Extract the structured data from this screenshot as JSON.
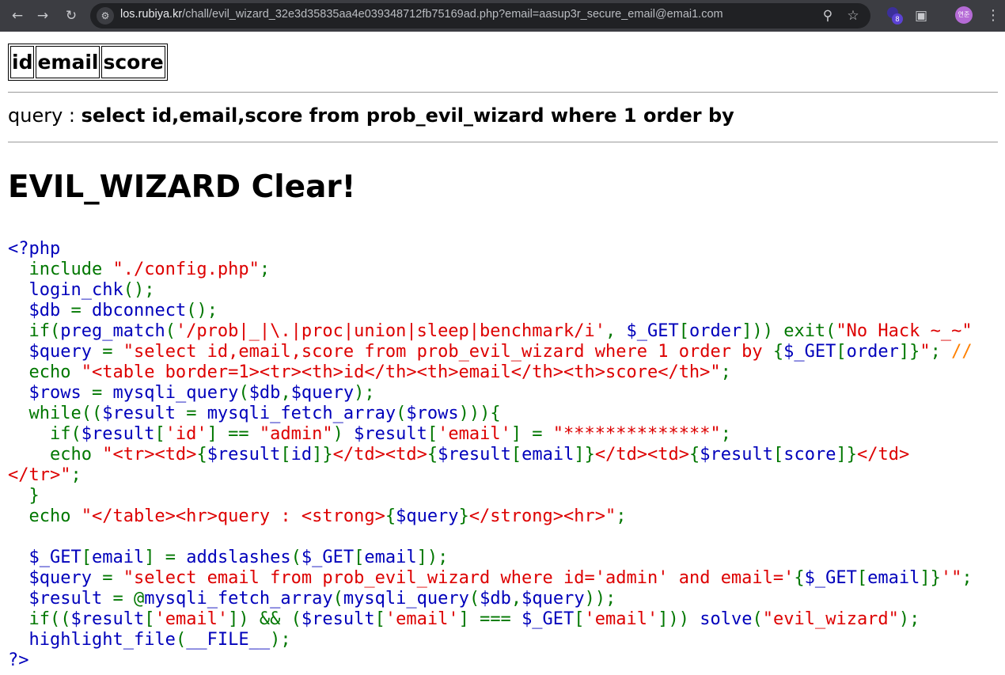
{
  "browser": {
    "url_host": "los.rubiya.kr",
    "url_path": "/chall/evil_wizard_32e3d35835aa4e039348712fb75169ad.php?email=aasup3r_secure_email@emai1.com",
    "extension_badge": "8",
    "avatar_text": "연준",
    "icons": [
      "back-icon",
      "forward-icon",
      "reload-icon",
      "site-info-icon",
      "zoom-icon",
      "bookmark-star-icon",
      "extension-icon",
      "puzzle-icon",
      "avatar",
      "menu-icon"
    ]
  },
  "table": {
    "headers": [
      "id",
      "email",
      "score"
    ]
  },
  "query": {
    "label": "query : ",
    "value": "select id,email,score from prob_evil_wizard where 1 order by"
  },
  "result": {
    "title": "EVIL_WIZARD Clear!"
  },
  "colors": {
    "default": "#0000bb",
    "keyword": "#007700",
    "string": "#dd0000",
    "comment": "#ff8000",
    "chrome_bg": "#3c3d42",
    "omnibox_bg": "#202124"
  },
  "source_lines": [
    [
      {
        "c": "default",
        "t": "<?php"
      }
    ],
    [
      {
        "c": "keyword",
        "t": "  include "
      },
      {
        "c": "string",
        "t": "\"./config.php\""
      },
      {
        "c": "keyword",
        "t": ";"
      }
    ],
    [
      {
        "c": "keyword",
        "t": "  "
      },
      {
        "c": "default",
        "t": "login_chk"
      },
      {
        "c": "keyword",
        "t": "();"
      }
    ],
    [
      {
        "c": "keyword",
        "t": "  "
      },
      {
        "c": "default",
        "t": "$db "
      },
      {
        "c": "keyword",
        "t": "= "
      },
      {
        "c": "default",
        "t": "dbconnect"
      },
      {
        "c": "keyword",
        "t": "();"
      }
    ],
    [
      {
        "c": "keyword",
        "t": "  if("
      },
      {
        "c": "default",
        "t": "preg_match"
      },
      {
        "c": "keyword",
        "t": "("
      },
      {
        "c": "string",
        "t": "'/prob|_|\\.|proc|union|sleep|benchmark/i'"
      },
      {
        "c": "keyword",
        "t": ", "
      },
      {
        "c": "default",
        "t": "$_GET"
      },
      {
        "c": "keyword",
        "t": "["
      },
      {
        "c": "default",
        "t": "order"
      },
      {
        "c": "keyword",
        "t": "])) exit("
      },
      {
        "c": "string",
        "t": "\"No Hack ~_~\""
      }
    ],
    [
      {
        "c": "keyword",
        "t": "  "
      },
      {
        "c": "default",
        "t": "$query "
      },
      {
        "c": "keyword",
        "t": "= "
      },
      {
        "c": "string",
        "t": "\"select id,email,score from prob_evil_wizard where 1 order by "
      },
      {
        "c": "keyword",
        "t": "{"
      },
      {
        "c": "default",
        "t": "$_GET"
      },
      {
        "c": "keyword",
        "t": "["
      },
      {
        "c": "default",
        "t": "order"
      },
      {
        "c": "keyword",
        "t": "]}"
      },
      {
        "c": "string",
        "t": "\""
      },
      {
        "c": "keyword",
        "t": "; "
      },
      {
        "c": "comment",
        "t": "//"
      }
    ],
    [
      {
        "c": "keyword",
        "t": "  echo "
      },
      {
        "c": "string",
        "t": "\"<table border=1><tr><th>id</th><th>email</th><th>score</th>\""
      },
      {
        "c": "keyword",
        "t": ";"
      }
    ],
    [
      {
        "c": "keyword",
        "t": "  "
      },
      {
        "c": "default",
        "t": "$rows "
      },
      {
        "c": "keyword",
        "t": "= "
      },
      {
        "c": "default",
        "t": "mysqli_query"
      },
      {
        "c": "keyword",
        "t": "("
      },
      {
        "c": "default",
        "t": "$db"
      },
      {
        "c": "keyword",
        "t": ","
      },
      {
        "c": "default",
        "t": "$query"
      },
      {
        "c": "keyword",
        "t": ");"
      }
    ],
    [
      {
        "c": "keyword",
        "t": "  while(("
      },
      {
        "c": "default",
        "t": "$result "
      },
      {
        "c": "keyword",
        "t": "= "
      },
      {
        "c": "default",
        "t": "mysqli_fetch_array"
      },
      {
        "c": "keyword",
        "t": "("
      },
      {
        "c": "default",
        "t": "$rows"
      },
      {
        "c": "keyword",
        "t": "))){"
      }
    ],
    [
      {
        "c": "keyword",
        "t": "    if("
      },
      {
        "c": "default",
        "t": "$result"
      },
      {
        "c": "keyword",
        "t": "["
      },
      {
        "c": "string",
        "t": "'id'"
      },
      {
        "c": "keyword",
        "t": "] == "
      },
      {
        "c": "string",
        "t": "\"admin\""
      },
      {
        "c": "keyword",
        "t": ") "
      },
      {
        "c": "default",
        "t": "$result"
      },
      {
        "c": "keyword",
        "t": "["
      },
      {
        "c": "string",
        "t": "'email'"
      },
      {
        "c": "keyword",
        "t": "] = "
      },
      {
        "c": "string",
        "t": "\"**************\""
      },
      {
        "c": "keyword",
        "t": ";"
      }
    ],
    [
      {
        "c": "keyword",
        "t": "    echo "
      },
      {
        "c": "string",
        "t": "\"<tr><td>"
      },
      {
        "c": "keyword",
        "t": "{"
      },
      {
        "c": "default",
        "t": "$result"
      },
      {
        "c": "keyword",
        "t": "["
      },
      {
        "c": "default",
        "t": "id"
      },
      {
        "c": "keyword",
        "t": "]}"
      },
      {
        "c": "string",
        "t": "</td><td>"
      },
      {
        "c": "keyword",
        "t": "{"
      },
      {
        "c": "default",
        "t": "$result"
      },
      {
        "c": "keyword",
        "t": "["
      },
      {
        "c": "default",
        "t": "email"
      },
      {
        "c": "keyword",
        "t": "]}"
      },
      {
        "c": "string",
        "t": "</td><td>"
      },
      {
        "c": "keyword",
        "t": "{"
      },
      {
        "c": "default",
        "t": "$result"
      },
      {
        "c": "keyword",
        "t": "["
      },
      {
        "c": "default",
        "t": "score"
      },
      {
        "c": "keyword",
        "t": "]}"
      },
      {
        "c": "string",
        "t": "</td>"
      }
    ],
    [
      {
        "c": "string",
        "t": "</tr>\""
      },
      {
        "c": "keyword",
        "t": ";"
      }
    ],
    [
      {
        "c": "keyword",
        "t": "  }"
      }
    ],
    [
      {
        "c": "keyword",
        "t": "  echo "
      },
      {
        "c": "string",
        "t": "\"</table><hr>query : <strong>"
      },
      {
        "c": "keyword",
        "t": "{"
      },
      {
        "c": "default",
        "t": "$query"
      },
      {
        "c": "keyword",
        "t": "}"
      },
      {
        "c": "string",
        "t": "</strong><hr>\""
      },
      {
        "c": "keyword",
        "t": ";"
      }
    ],
    [
      {
        "c": "keyword",
        "t": ""
      }
    ],
    [
      {
        "c": "keyword",
        "t": "  "
      },
      {
        "c": "default",
        "t": "$_GET"
      },
      {
        "c": "keyword",
        "t": "["
      },
      {
        "c": "default",
        "t": "email"
      },
      {
        "c": "keyword",
        "t": "] = "
      },
      {
        "c": "default",
        "t": "addslashes"
      },
      {
        "c": "keyword",
        "t": "("
      },
      {
        "c": "default",
        "t": "$_GET"
      },
      {
        "c": "keyword",
        "t": "["
      },
      {
        "c": "default",
        "t": "email"
      },
      {
        "c": "keyword",
        "t": "]);"
      }
    ],
    [
      {
        "c": "keyword",
        "t": "  "
      },
      {
        "c": "default",
        "t": "$query "
      },
      {
        "c": "keyword",
        "t": "= "
      },
      {
        "c": "string",
        "t": "\"select email from prob_evil_wizard where id='admin' and email='"
      },
      {
        "c": "keyword",
        "t": "{"
      },
      {
        "c": "default",
        "t": "$_GET"
      },
      {
        "c": "keyword",
        "t": "["
      },
      {
        "c": "default",
        "t": "email"
      },
      {
        "c": "keyword",
        "t": "]}"
      },
      {
        "c": "string",
        "t": "'\""
      },
      {
        "c": "keyword",
        "t": ";"
      }
    ],
    [
      {
        "c": "keyword",
        "t": "  "
      },
      {
        "c": "default",
        "t": "$result "
      },
      {
        "c": "keyword",
        "t": "= @"
      },
      {
        "c": "default",
        "t": "mysqli_fetch_array"
      },
      {
        "c": "keyword",
        "t": "("
      },
      {
        "c": "default",
        "t": "mysqli_query"
      },
      {
        "c": "keyword",
        "t": "("
      },
      {
        "c": "default",
        "t": "$db"
      },
      {
        "c": "keyword",
        "t": ","
      },
      {
        "c": "default",
        "t": "$query"
      },
      {
        "c": "keyword",
        "t": "));"
      }
    ],
    [
      {
        "c": "keyword",
        "t": "  if(("
      },
      {
        "c": "default",
        "t": "$result"
      },
      {
        "c": "keyword",
        "t": "["
      },
      {
        "c": "string",
        "t": "'email'"
      },
      {
        "c": "keyword",
        "t": "]) && ("
      },
      {
        "c": "default",
        "t": "$result"
      },
      {
        "c": "keyword",
        "t": "["
      },
      {
        "c": "string",
        "t": "'email'"
      },
      {
        "c": "keyword",
        "t": "] === "
      },
      {
        "c": "default",
        "t": "$_GET"
      },
      {
        "c": "keyword",
        "t": "["
      },
      {
        "c": "string",
        "t": "'email'"
      },
      {
        "c": "keyword",
        "t": "])) "
      },
      {
        "c": "default",
        "t": "solve"
      },
      {
        "c": "keyword",
        "t": "("
      },
      {
        "c": "string",
        "t": "\"evil_wizard\""
      },
      {
        "c": "keyword",
        "t": ");"
      }
    ],
    [
      {
        "c": "keyword",
        "t": "  "
      },
      {
        "c": "default",
        "t": "highlight_file"
      },
      {
        "c": "keyword",
        "t": "("
      },
      {
        "c": "default",
        "t": "__FILE__"
      },
      {
        "c": "keyword",
        "t": ");"
      }
    ],
    [
      {
        "c": "default",
        "t": "?>"
      }
    ]
  ]
}
